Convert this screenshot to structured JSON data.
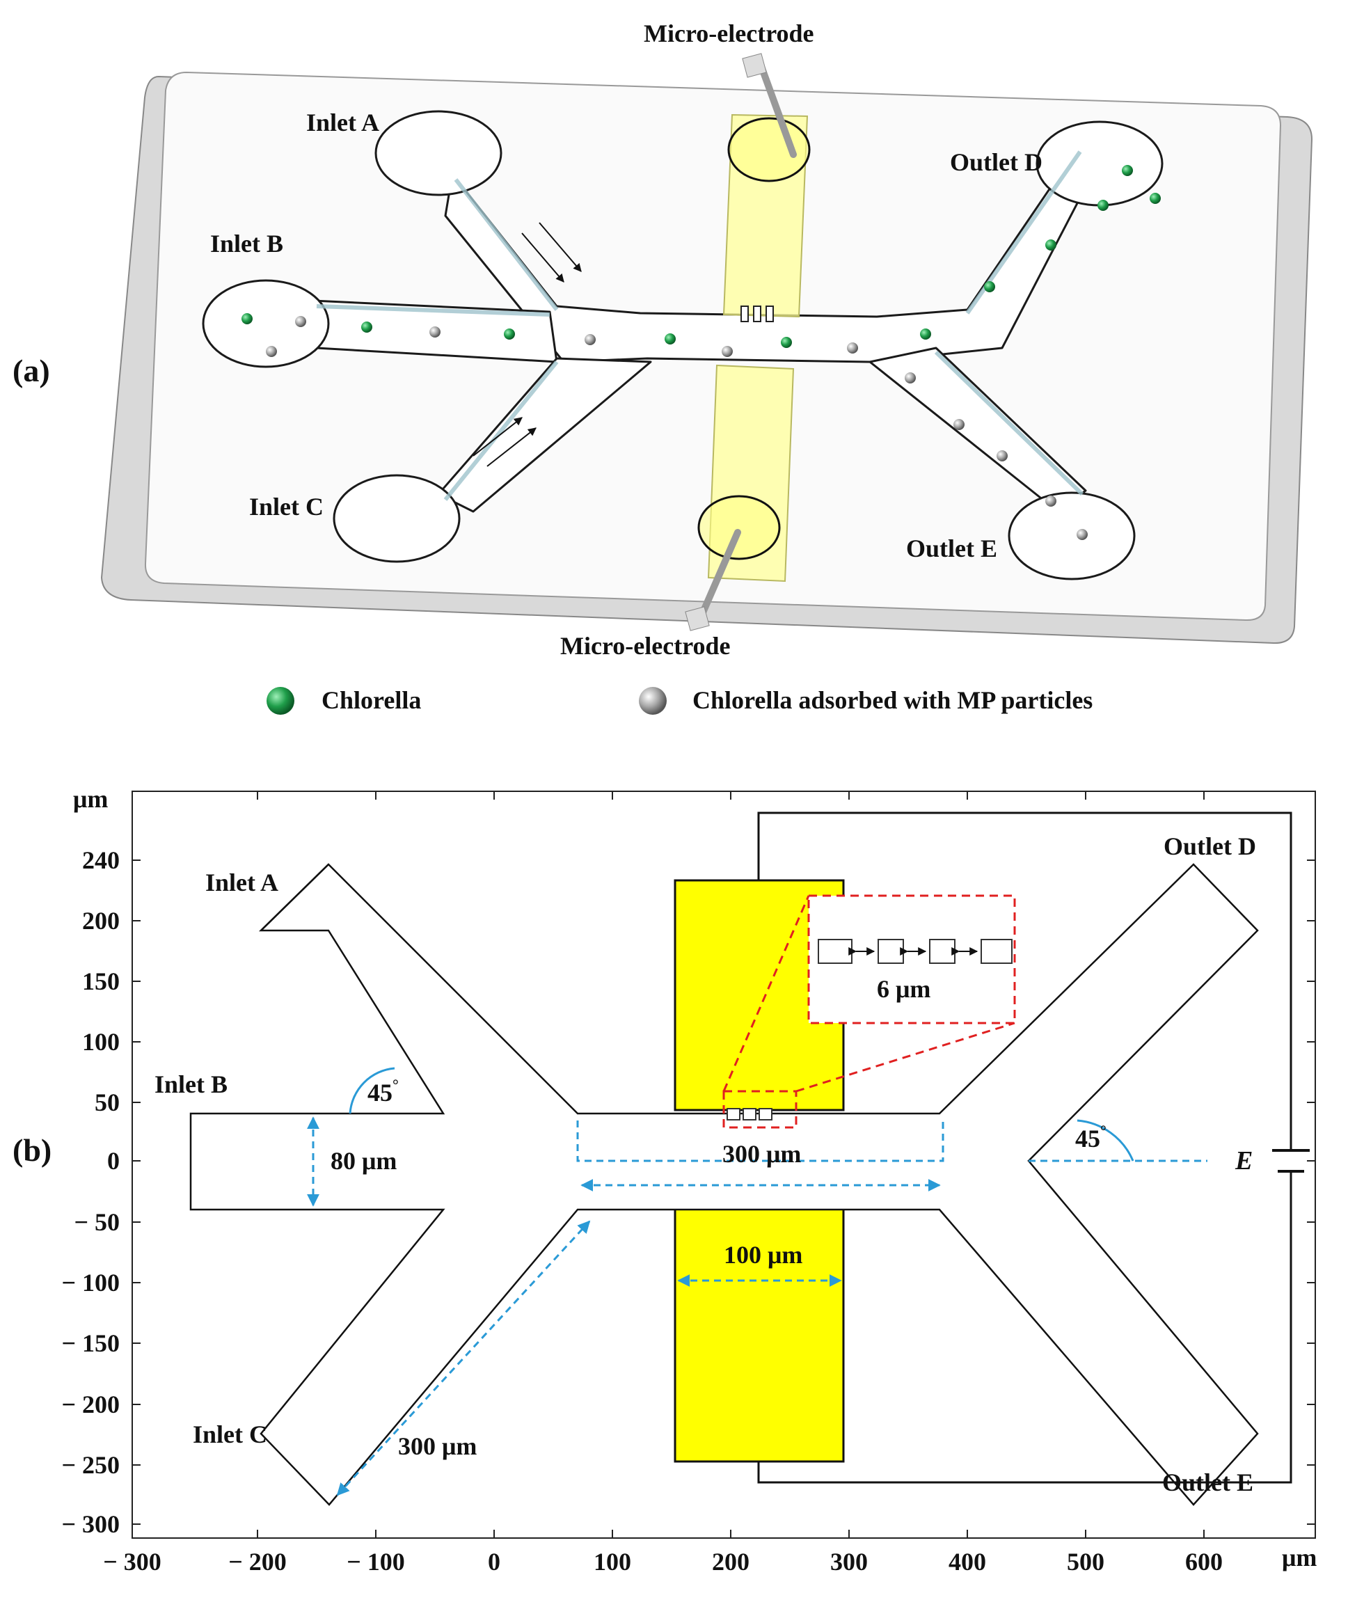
{
  "panel_a": {
    "label": "(a)",
    "inlet_a": "Inlet A",
    "inlet_b": "Inlet B",
    "inlet_c": "Inlet C",
    "outlet_d": "Outlet D",
    "outlet_e": "Outlet E",
    "electrode_top": "Micro-electrode",
    "electrode_bottom": "Micro-electrode",
    "legend": [
      {
        "label": "Chlorella",
        "color": "#1f9e4a"
      },
      {
        "label": "Chlorella adsorbed with MP particles",
        "color": "#9a9a9a"
      }
    ]
  },
  "panel_b": {
    "label": "(b)",
    "y_unit": "μm",
    "x_unit": "μm",
    "y_ticks": [
      "240",
      "200",
      "150",
      "100",
      "50",
      "0",
      "− 50",
      "− 100",
      "− 150",
      "− 200",
      "− 250",
      "− 300"
    ],
    "x_ticks": [
      "− 300",
      "− 200",
      "− 100",
      "0",
      "100",
      "200",
      "300",
      "400",
      "500",
      "600"
    ],
    "inlet_a": "Inlet A",
    "inlet_b": "Inlet B",
    "inlet_c": "Inlet C",
    "outlet_d": "Outlet D",
    "outlet_e": "Outlet E",
    "dim_width": "80 μm",
    "dim_main": "300 μm",
    "dim_branch": "300 μm",
    "dim_electrode": "100 μm",
    "dim_gap": "6 μm",
    "angle_left": "45",
    "angle_right": "45",
    "angle_unit": "°",
    "source": "E"
  },
  "colors": {
    "electrode": "#ffff00",
    "dimension": "#2a9ad6",
    "zoom_box": "#e02020",
    "channel_fill": "#c7dde3"
  }
}
